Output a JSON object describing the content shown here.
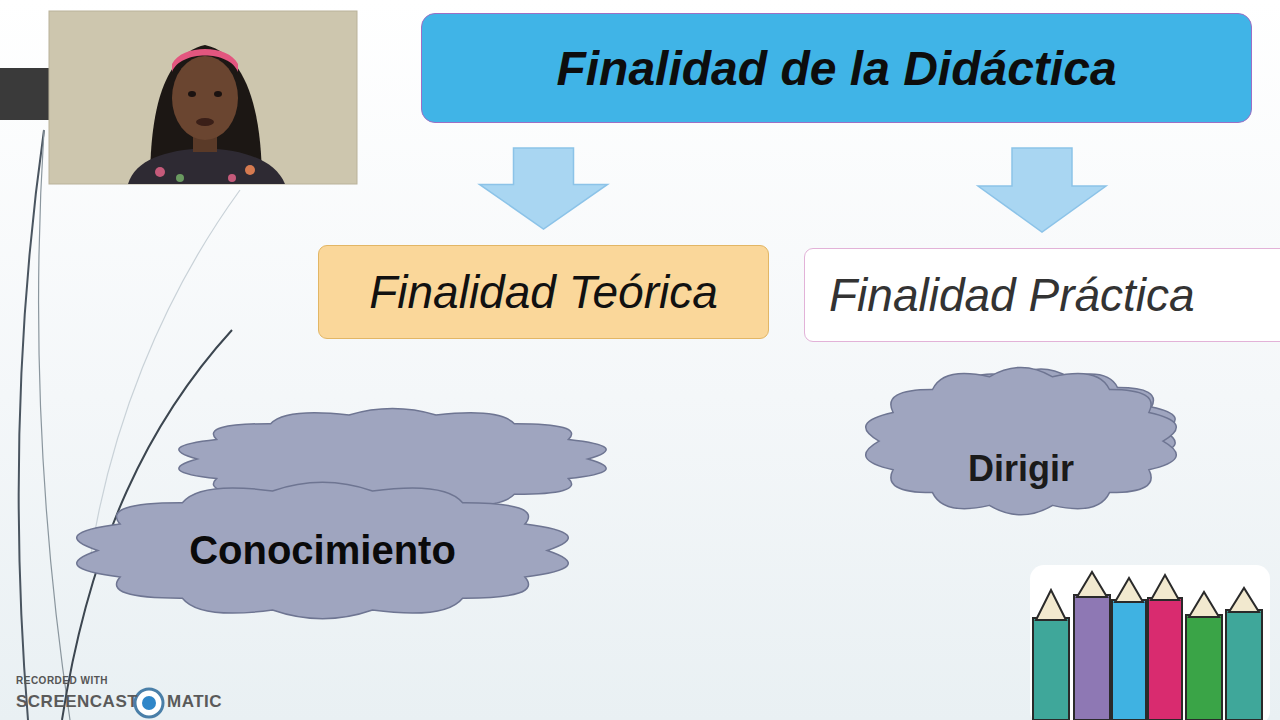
{
  "diagram": {
    "nodes": [
      {
        "text": [
          "Finalidad de la Didáctica"
        ]
      },
      {
        "text": [
          "Finalidad Teórica"
        ]
      },
      {
        "text": [
          "Finalidad Práctica"
        ]
      },
      {
        "text": [
          "Conocimiento"
        ]
      },
      {
        "text": [
          "Dirigir"
        ]
      }
    ],
    "edges": [
      {
        "from": 0,
        "to": 1,
        "arrow": "to"
      },
      {
        "from": 0,
        "to": 2,
        "arrow": "to"
      }
    ],
    "labels": [
      "RECORDED WITH",
      "SCREENCAST",
      "MATIC"
    ]
  }
}
